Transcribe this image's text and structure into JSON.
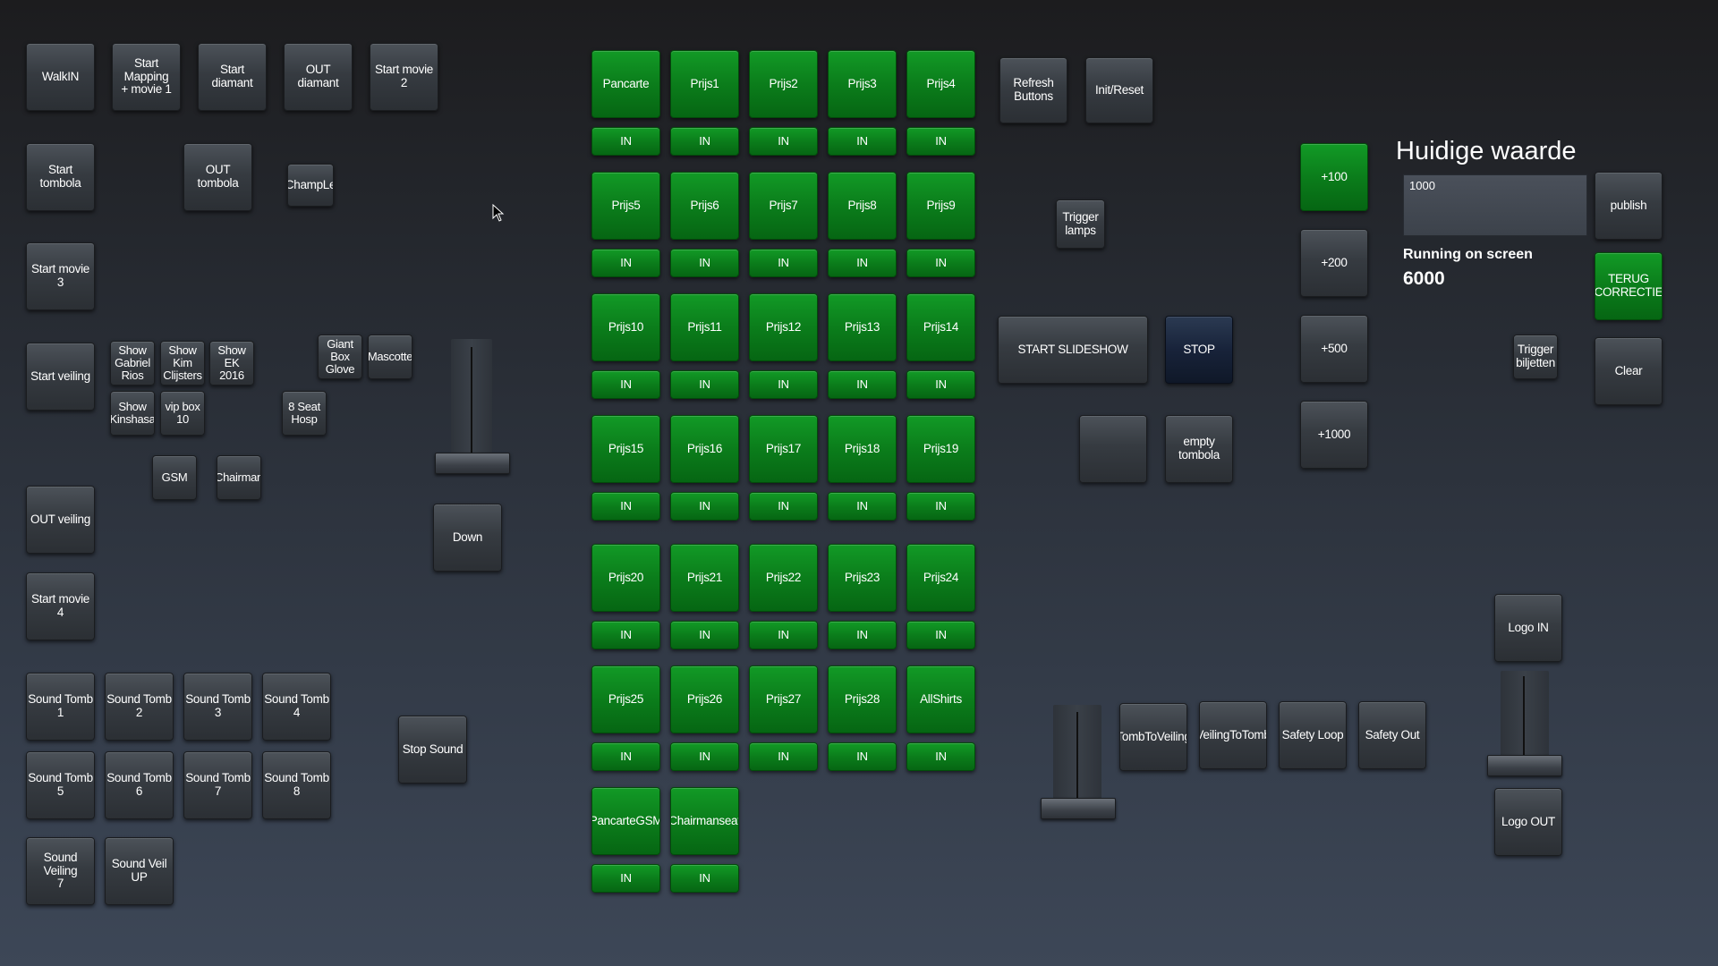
{
  "left_column": {
    "walkin": "WalkIN",
    "start_mapping": "Start Mapping\n+ movie 1",
    "start_diamant": "Start diamant",
    "out_diamant": "OUT diamant",
    "start_movie_2": "Start movie 2",
    "start_tombola": "Start tombola",
    "out_tombola": "OUT tombola",
    "chample": "ChampLe",
    "start_movie_3": "Start movie 3",
    "start_veiling": "Start veiling",
    "show_gabriel_rios": "Show\nGabriel\nRios",
    "show_kim_clijsters": "Show\nKim\nClijsters",
    "show_ek_2016": "Show EK\n2016",
    "giant_box_glove": "Giant\nBox\nGlove",
    "mascotte": "Mascotte",
    "show_kinshasa": "Show\nKinshasa",
    "vip_box_10": "vip box\n10",
    "seat_hosp": "8 Seat\nHosp",
    "gsm": "GSM",
    "chairman": "Chairman",
    "out_veiling": "OUT veiling",
    "start_movie_4": "Start movie 4",
    "down": "Down",
    "sound_tomb_1": "Sound Tomb 1",
    "sound_tomb_2": "Sound Tomb 2",
    "sound_tomb_3": "Sound Tomb 3",
    "sound_tomb_4": "Sound Tomb 4",
    "sound_tomb_5": "Sound Tomb 5",
    "sound_tomb_6": "Sound Tomb 6",
    "sound_tomb_7": "Sound Tomb 7",
    "sound_tomb_8": "Sound Tomb 8",
    "stop_sound": "Stop Sound",
    "sound_veiling_7": "Sound Veiling\n7",
    "sound_veil_up": "Sound Veil UP"
  },
  "prizes": {
    "in_label": "IN",
    "rows": [
      [
        "Pancarte",
        "Prijs1",
        "Prijs2",
        "Prijs3",
        "Prijs4"
      ],
      [
        "Prijs5",
        "Prijs6",
        "Prijs7",
        "Prijs8",
        "Prijs9"
      ],
      [
        "Prijs10",
        "Prijs11",
        "Prijs12",
        "Prijs13",
        "Prijs14"
      ],
      [
        "Prijs15",
        "Prijs16",
        "Prijs17",
        "Prijs18",
        "Prijs19"
      ],
      [
        "Prijs20",
        "Prijs21",
        "Prijs22",
        "Prijs23",
        "Prijs24"
      ],
      [
        "Prijs25",
        "Prijs26",
        "Prijs27",
        "Prijs28",
        "AllShirts"
      ],
      [
        "PancarteGSM",
        "Chairmanseat"
      ]
    ]
  },
  "middle": {
    "refresh_buttons": "Refresh\nButtons",
    "init_reset": "Init/Reset",
    "trigger_lamps": "Trigger\nlamps",
    "start_slideshow": "START SLIDESHOW",
    "stop": "STOP",
    "empty_tombola": "empty tombola",
    "tomb_to_veiling": "TombToVeiling",
    "veiling_to_tomb": "VeilingToTomb",
    "safety_loop": "Safety Loop",
    "safety_out": "Safety Out"
  },
  "right": {
    "plus_100": "+100",
    "plus_200": "+200",
    "plus_500": "+500",
    "plus_1000": "+1000",
    "heading": "Huidige waarde",
    "input_value": "1000",
    "publish": "publish",
    "running_label": "Running on screen",
    "running_value": "6000",
    "terug_correctie": "TERUG\nCORRECTIE",
    "trigger_biljetten": "Trigger\nbiljetten",
    "clear": "Clear",
    "logo_in": "Logo IN",
    "logo_out": "Logo OUT"
  },
  "faders": [
    {
      "name": "fader-left",
      "level": 0.0
    },
    {
      "name": "fader-middle",
      "level": 0.0
    },
    {
      "name": "fader-right",
      "level": 0.0
    }
  ],
  "colors": {
    "green_button": "#0b7d1b",
    "gray_button": "#363b41",
    "stop_button": "#18233a"
  },
  "icons": {
    "cursor": "arrow-cursor-icon"
  }
}
